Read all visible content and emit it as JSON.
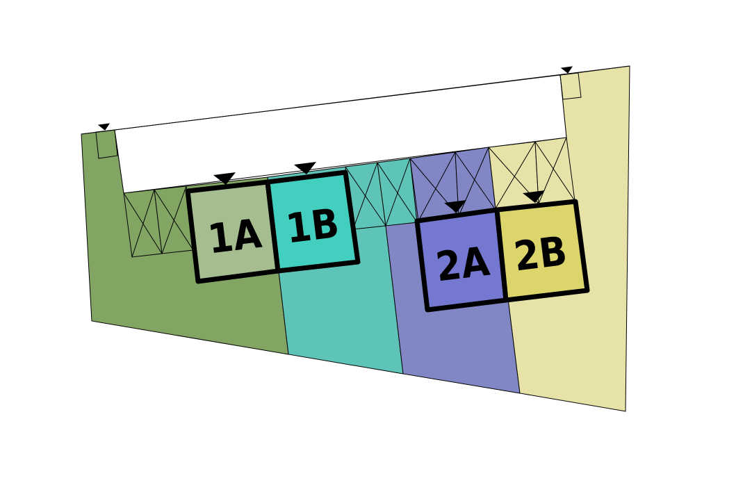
{
  "zones": [
    {
      "id": "zone-1a",
      "label": "1A",
      "zone_color": "#82a563",
      "box_color": "#a6bd8f"
    },
    {
      "id": "zone-1b",
      "label": "1B",
      "zone_color": "#5fc4b8",
      "box_color": "#43cfbf"
    },
    {
      "id": "zone-2a",
      "label": "2A",
      "zone_color": "#8187c4",
      "box_color": "#7578d0"
    },
    {
      "id": "zone-2b",
      "label": "2B",
      "zone_color": "#e6e2a8",
      "box_color": "#dcd56c"
    }
  ]
}
